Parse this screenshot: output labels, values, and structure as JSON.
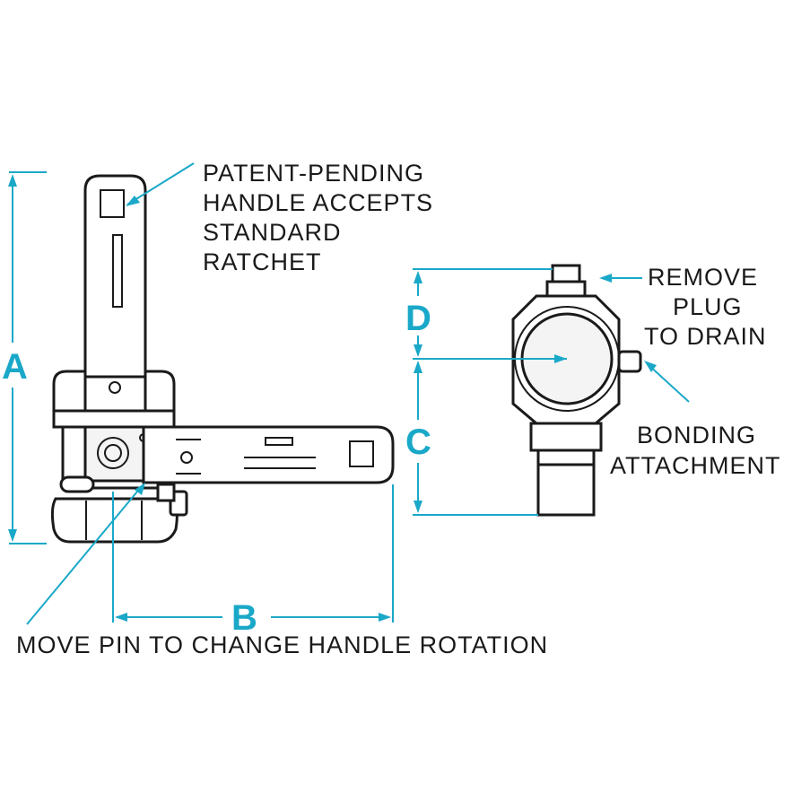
{
  "colors": {
    "dimension": "#1aa8c8",
    "ink": "#1a1a1a"
  },
  "callouts": {
    "handle": [
      "PATENT-PENDING",
      "HANDLE ACCEPTS",
      "STANDARD",
      "RATCHET"
    ],
    "plug": [
      "REMOVE",
      "PLUG",
      "TO DRAIN"
    ],
    "bonding": [
      "BONDING",
      "ATTACHMENT"
    ],
    "pin": "MOVE PIN TO CHANGE HANDLE ROTATION"
  },
  "dimensions": {
    "a": "A",
    "b": "B",
    "c": "C",
    "d": "D"
  }
}
